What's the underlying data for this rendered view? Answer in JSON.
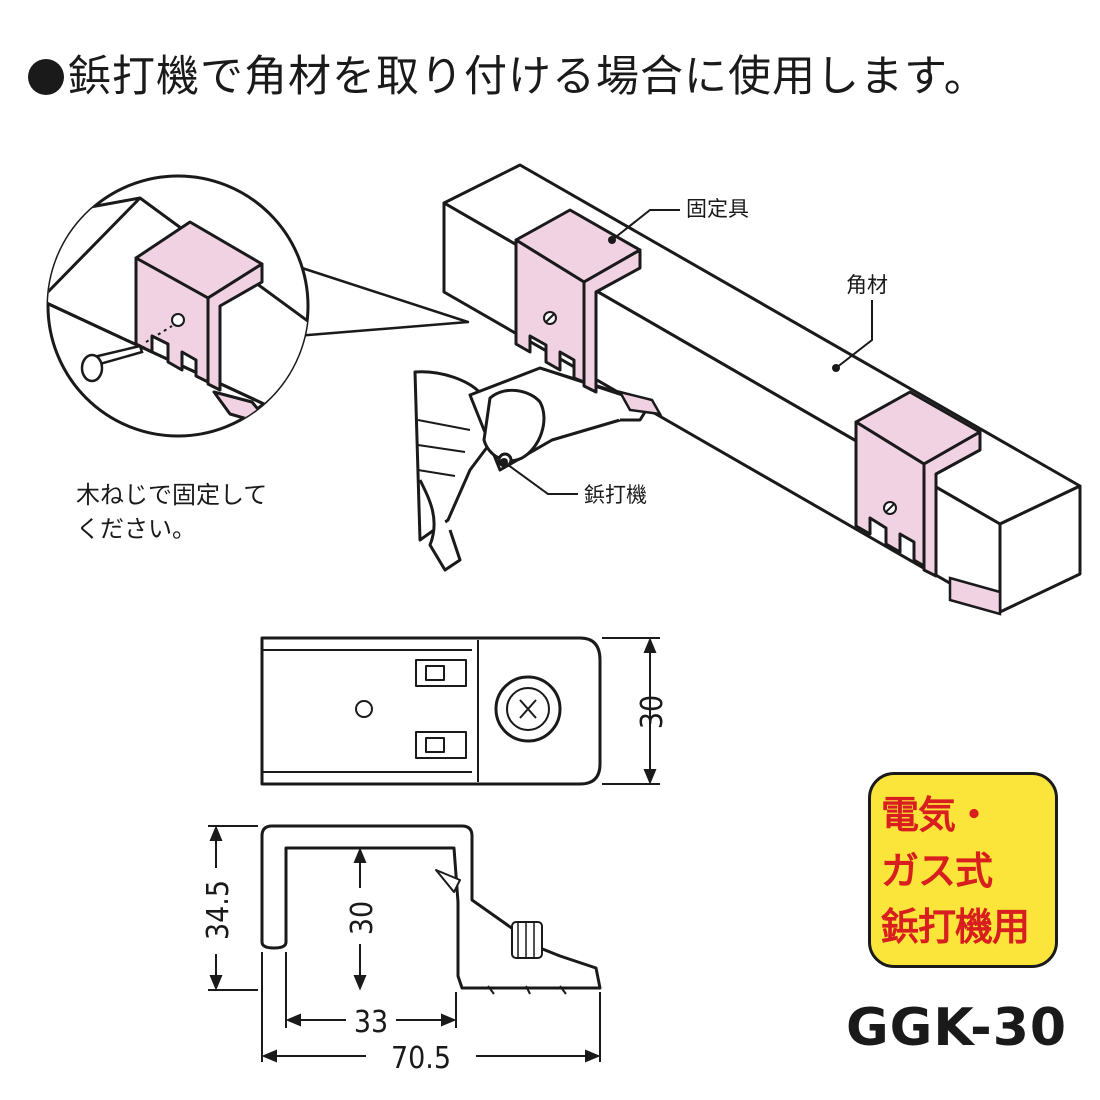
{
  "headline": "鋲打機で角材を取り付ける場合に使用します。",
  "labels": {
    "fixture": "固定具",
    "square_lumber": "角材",
    "nailer": "鋲打機"
  },
  "note": "木ねじで固定して\nください。",
  "dimensions": {
    "top_view_width": "30",
    "side_height_overall": "34.5",
    "side_inner_height": "30",
    "side_inner_width": "33",
    "side_total_length": "70.5"
  },
  "badge": "電気・\nガス式\n鋲打機用",
  "model": "GGK-30",
  "colors": {
    "bracket_pink": "#f1d2e2",
    "badge_yellow": "#fbe53a",
    "badge_text_red": "#d81e1e",
    "line": "#1a1a1a"
  }
}
